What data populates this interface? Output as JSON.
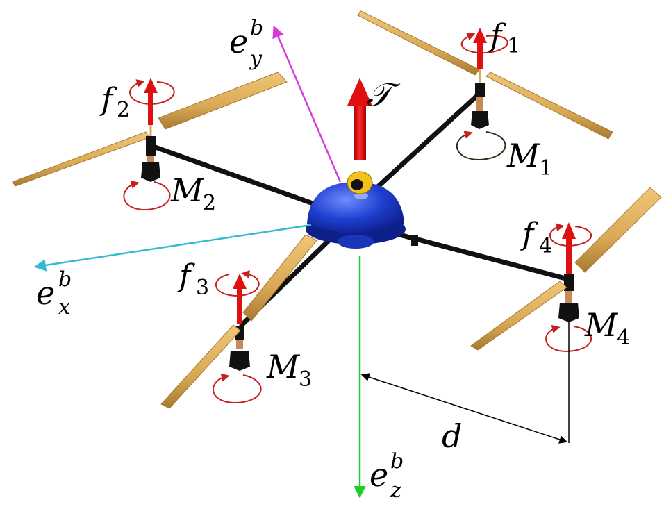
{
  "labels": {
    "thrust": "𝒯",
    "ey_base": "e",
    "ey_sup": "b",
    "ey_sub": "y",
    "ex_base": "e",
    "ex_sup": "b",
    "ex_sub": "x",
    "ez_base": "e",
    "ez_sup": "b",
    "ez_sub": "z",
    "f1_base": "f",
    "f1_sub": "1",
    "f2_base": "f",
    "f2_sub": "2",
    "f3_base": "f",
    "f3_sub": "3",
    "f4_base": "f",
    "f4_sub": "4",
    "M1_base": "M",
    "M1_sub": "1",
    "M2_base": "M",
    "M2_sub": "2",
    "M3_base": "M",
    "M3_sub": "3",
    "M4_base": "M",
    "M4_sub": "4",
    "distance": "d"
  },
  "colors": {
    "hub": "#1f3fd0",
    "hub_dark": "#0c1f8a",
    "arm": "#111111",
    "blade": "#d9a955",
    "blade_dark": "#a87a32",
    "force_arrow": "#d90f0f",
    "rotation_arrow": "#c81e1e",
    "ey_axis": "#d63ad8",
    "ex_axis": "#33bcd0",
    "ez_axis": "#22cc22",
    "camera": "#f3c21a"
  }
}
